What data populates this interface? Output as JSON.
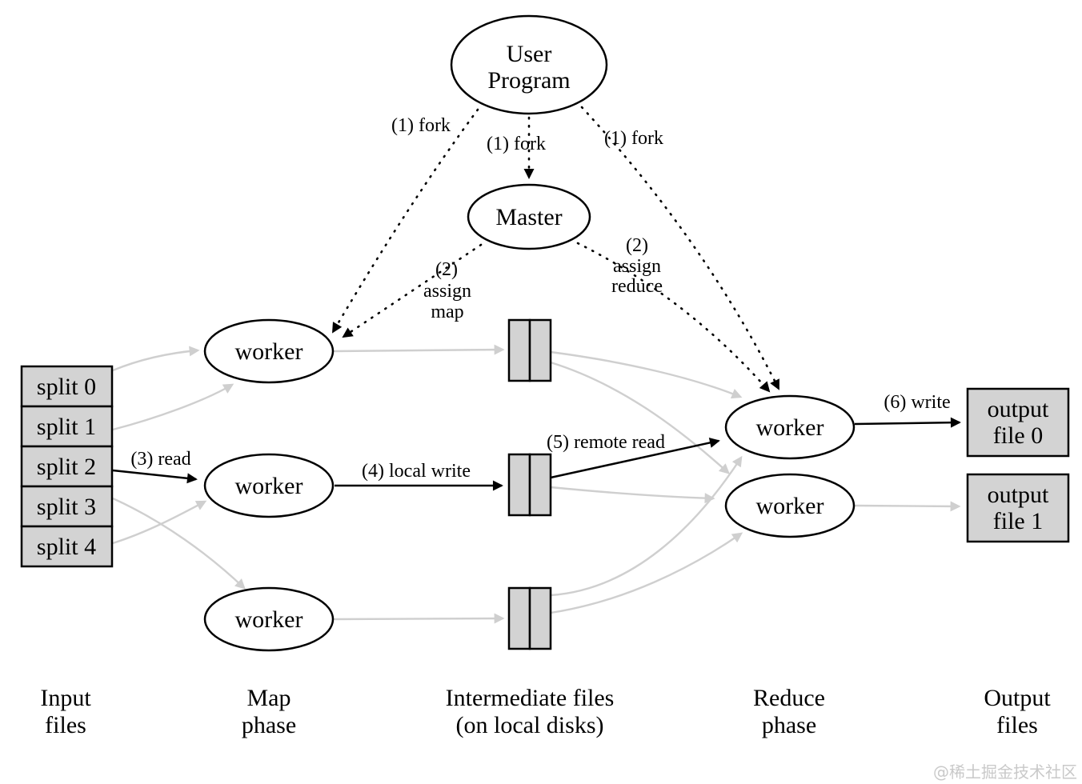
{
  "nodes": {
    "user_program": {
      "line1": "User",
      "line2": "Program"
    },
    "master": "Master",
    "map_worker_1": "worker",
    "map_worker_2": "worker",
    "map_worker_3": "worker",
    "reduce_worker_1": "worker",
    "reduce_worker_2": "worker"
  },
  "input_splits": [
    "split 0",
    "split 1",
    "split 2",
    "split 3",
    "split 4"
  ],
  "output_files": {
    "file0": {
      "line1": "output",
      "line2": "file 0"
    },
    "file1": {
      "line1": "output",
      "line2": "file 1"
    }
  },
  "edge_labels": {
    "fork_left": "(1) fork",
    "fork_middle": "(1) fork",
    "fork_right": "(1) fork",
    "assign_map": {
      "line1": "(2)",
      "line2": "assign",
      "line3": "map"
    },
    "assign_reduce": {
      "line1": "(2)",
      "line2": "assign",
      "line3": "reduce"
    },
    "read": "(3) read",
    "local_write": "(4) local write",
    "remote_read": "(5) remote read",
    "write": "(6) write"
  },
  "phase_labels": {
    "input": {
      "line1": "Input",
      "line2": "files"
    },
    "map": {
      "line1": "Map",
      "line2": "phase"
    },
    "intermediate": {
      "line1": "Intermediate files",
      "line2": "(on local disks)"
    },
    "reduce": {
      "line1": "Reduce",
      "line2": "phase"
    },
    "output": {
      "line1": "Output",
      "line2": "files"
    }
  },
  "watermark": "@稀土掘金技术社区",
  "colors": {
    "background": "#ffffff",
    "box_fill": "#d3d3d3",
    "node_stroke": "#000000",
    "gray_edge": "#cfcfcf",
    "watermark": "#c9c9c9"
  }
}
